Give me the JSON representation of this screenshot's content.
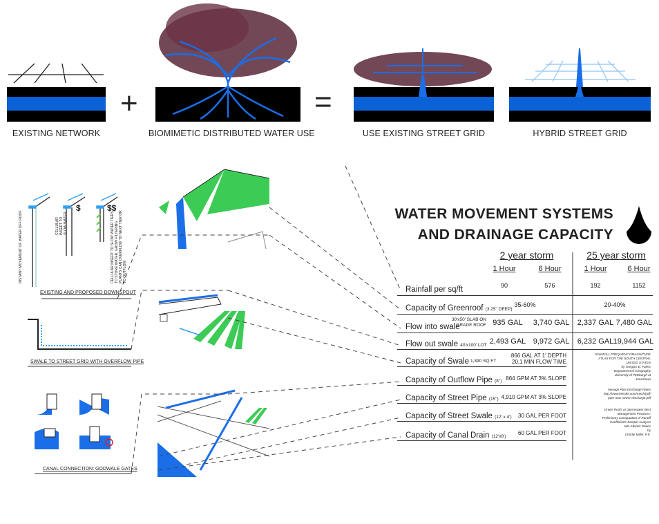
{
  "top_row": {
    "captions": [
      "EXISTING NETWORK",
      "BIOMIMETIC DISTRIBUTED WATER USE",
      "USE EXISTING STREET GRID",
      "HYBRID STREET GRID"
    ],
    "plus": "+",
    "equals": "="
  },
  "title": {
    "line1": "WATER MOVEMENT SYSTEMS",
    "line2": "AND DRAINAGE CAPACITY"
  },
  "table": {
    "storms": [
      "2 year storm",
      "25 year storm"
    ],
    "durations": [
      "1 Hour",
      "6 Hour",
      "1 Hour",
      "6 Hour"
    ],
    "rows": [
      {
        "label": "Rainfall per sq/ft",
        "note": "",
        "values": [
          "90",
          "576",
          "192",
          "1152"
        ]
      },
      {
        "label": "Capacity of Greenroof",
        "note": "(3.25\" DEEP)",
        "values": [
          "35-60%",
          "20-40%"
        ]
      },
      {
        "label": "Flow into swale",
        "note": "30'x50' SLAB ON GRADE ROOF",
        "values": [
          "935 GAL",
          "3,740 GAL",
          "2,337 GAL",
          "7,480 GAL"
        ]
      },
      {
        "label": "Flow out swale",
        "note": "40'x100' LOT",
        "values": [
          "2,493 GAL",
          "9,972 GAL",
          "6,232 GAL",
          "19,944 GAL"
        ]
      },
      {
        "label": "Capacity of Swale",
        "note": "1,390 SQ FT",
        "values": [
          "866 GAL AT 1' DEPTH",
          "20.1 MIN FLOW TIME"
        ]
      },
      {
        "label": "Capacity of Outflow Pipe",
        "note": "(8\")",
        "values": [
          "864 GPM AT 3% SLOPE"
        ]
      },
      {
        "label": "Capacity of Street Pipe",
        "note": "(15\")",
        "values": [
          "4,910 GPM AT 3% SLOPE"
        ]
      },
      {
        "label": "Capacity of Street Swale",
        "note": "(12' x 4')",
        "values": [
          "30 GAL PER FOOT"
        ]
      },
      {
        "label": "Capacity of Canal Drain",
        "note": "(12'x8')",
        "values": [
          "60 GAL PER FOOT"
        ]
      }
    ]
  },
  "citations": [
    "RAINFALL FREQUENCY/MAGNITUDE\nATLAS FOR THE SOUTH CENTRAL\nUNITED STATES\nby Gregory E. Faiers\nDepartment of Geography\nUniversity of Pittsburgh at\nJonestown",
    "Sewage Pipe Discharge Rates\nhttp://www.keisdel.com/mech/pdf/\npipe-max-sewer-discharge.pdf",
    "Green Roofs as Stormwater Best\nManagement Practices:\nPreliminary Computation of Runoff\nCoefficients Sample Analysis\nMid-Atlantic States\nby\nCharlie Miller, P.E."
  ],
  "left_panels": {
    "downspout_caption": "EXISTING AND PROPOSED DOWNSPOUT",
    "downspout_notes": [
      "INSTANT MOVEMENT OF WATER OFF ROOF",
      "CELLULAR INSERT TO SLOW WATER",
      "CELLULAR INSERT TO SLOW WATER TIERS TO STORE WATER, GROW FILTERING PLANTS CAN OVERFLOW TO NEXT TIER OR TO OUTFLOW"
    ],
    "cost_marks": [
      "$",
      "$$"
    ],
    "swale_caption": "SWALE TO STREET GRID WITH OVERFLOW PIPE",
    "canal_caption": "CANAL CONNECTION: GODWALE GATES"
  },
  "colors": {
    "water_blue": "#0a62d6",
    "light_blue": "#2fa0f0",
    "green": "#3ccc55",
    "ground": "#000000",
    "tree": "#5a2838"
  }
}
